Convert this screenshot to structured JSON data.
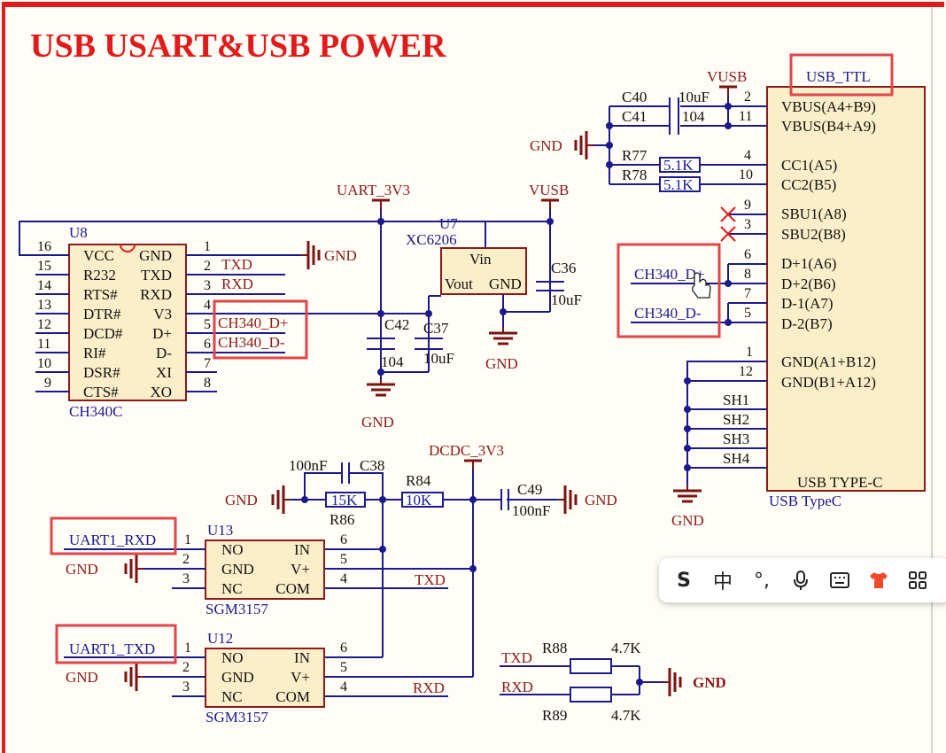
{
  "title": "USB USART&USB POWER",
  "nets": {
    "vusb": "VUSB",
    "gnd": "GND",
    "uart_3v3": "UART_3V3",
    "dcdc_3v3": "DCDC_3V3",
    "txd": "TXD",
    "rxd": "RXD",
    "ch340_dp": "CH340_D+",
    "ch340_dm": "CH340_D-",
    "usb_ttl": "USB_TTL",
    "uart1_rxd": "UART1_RXD",
    "uart1_txd": "UART1_TXD"
  },
  "components": {
    "u8": {
      "ref": "U8",
      "part": "CH340C",
      "left_pins": [
        "16",
        "15",
        "14",
        "13",
        "12",
        "11",
        "10",
        "9"
      ],
      "left_names": [
        "VCC",
        "R232",
        "RTS#",
        "DTR#",
        "DCD#",
        "RI#",
        "DSR#",
        "CTS#"
      ],
      "right_names": [
        "GND",
        "TXD",
        "RXD",
        "V3",
        "D+",
        "D-",
        "XI",
        "XO"
      ],
      "right_pins": [
        "1",
        "2",
        "3",
        "4",
        "5",
        "6",
        "7",
        "8"
      ]
    },
    "u7": {
      "ref": "U7",
      "part": "XC6206",
      "vin": "Vin",
      "vout": "Vout",
      "gnd": "GND"
    },
    "c36": {
      "ref": "C36",
      "value": "10uF"
    },
    "c42": {
      "ref": "C42",
      "value": "104"
    },
    "c37": {
      "ref": "C37",
      "value": "10uF"
    },
    "c40": {
      "ref": "C40",
      "value": "10uF"
    },
    "c41": {
      "ref": "C41",
      "value": "104"
    },
    "r77": {
      "ref": "R77",
      "value": "5.1K"
    },
    "r78": {
      "ref": "R78",
      "value": "5.1K"
    },
    "usb": {
      "part": "USB TYPE-C",
      "footprint": "USB TypeC",
      "pins": [
        "2",
        "11",
        "4",
        "10",
        "9",
        "3",
        "6",
        "8",
        "7",
        "5",
        "1",
        "12"
      ],
      "names": [
        "VBUS(A4+B9)",
        "VBUS(B4+A9)",
        "CC1(A5)",
        "CC2(B5)",
        "SBU1(A8)",
        "SBU2(B8)",
        "D+1(A6)",
        "D+2(B6)",
        "D-1(A7)",
        "D-2(B7)",
        "GND(A1+B12)",
        "GND(B1+A12)"
      ],
      "shield": [
        "SH1",
        "SH2",
        "SH3",
        "SH4"
      ]
    },
    "c38": {
      "ref": "C38",
      "value": "100nF"
    },
    "r86": {
      "ref": "R86",
      "value": "15K"
    },
    "r84": {
      "ref": "R84",
      "value": "10K"
    },
    "c49": {
      "ref": "C49",
      "value": "100nF"
    },
    "u13": {
      "ref": "U13",
      "part": "SGM3157"
    },
    "u12": {
      "ref": "U12",
      "part": "SGM3157"
    },
    "sgm_left": [
      "NO",
      "GND",
      "NC"
    ],
    "sgm_right": [
      "IN",
      "V+",
      "COM"
    ],
    "sgm_left_pins": [
      "1",
      "2",
      "3"
    ],
    "sgm_right_pins": [
      "6",
      "5",
      "4"
    ],
    "r88": {
      "ref": "R88",
      "value": "4.7K"
    },
    "r89": {
      "ref": "R89",
      "value": "4.7K"
    }
  },
  "ime_toolbar": {
    "logo": "S",
    "lang": "中",
    "punct": "°,",
    "mic_icon": "microphone-icon",
    "keyboard_icon": "keyboard-icon",
    "skin_icon": "shirt-icon",
    "apps_icon": "grid-icon"
  },
  "colors": {
    "wire": "#1a1a8c",
    "component": "#8b1a1a",
    "highlight": "#e0454b",
    "title": "#e11b1b",
    "body_fill": "#fbeec8"
  }
}
